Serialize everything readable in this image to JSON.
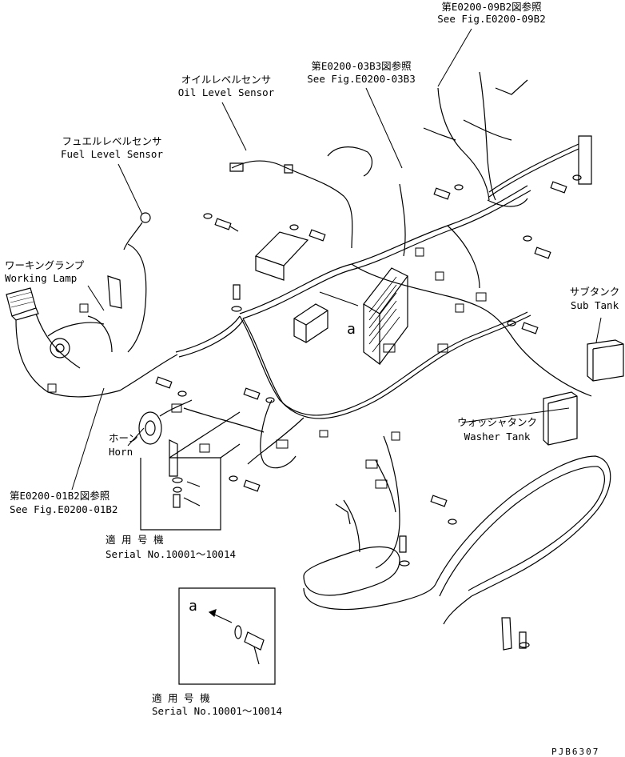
{
  "callouts": {
    "ref_09b2_jp": "第E0200-09B2図参照",
    "ref_09b2_en": "See Fig.E0200-09B2",
    "ref_03b3_jp": "第E0200-03B3図参照",
    "ref_03b3_en": "See Fig.E0200-03B3",
    "oil_level_jp": "オイルレベルセンサ",
    "oil_level_en": "Oil Level Sensor",
    "fuel_level_jp": "フュエルレベルセンサ",
    "fuel_level_en": "Fuel Level Sensor",
    "working_lamp_jp": "ワーキングランプ",
    "working_lamp_en": "Working Lamp",
    "sub_tank_jp": "サブタンク",
    "sub_tank_en": "Sub Tank",
    "washer_tank_jp": "ウォッシャタンク",
    "washer_tank_en": "Washer Tank",
    "horn_jp": "ホーン",
    "horn_en": "Horn",
    "ref_01b2_jp": "第E0200-01B2図参照",
    "ref_01b2_en": "See Fig.E0200-01B2",
    "view_marker": "a"
  },
  "serial_notes": {
    "upper_jp": "適 用 号 機",
    "upper_en": "Serial No.10001～10014",
    "lower_jp": "適 用 号 機",
    "lower_en": "Serial No.10001～10014"
  },
  "detail_view_marker": "a",
  "drawing_code": "PJB6307"
}
